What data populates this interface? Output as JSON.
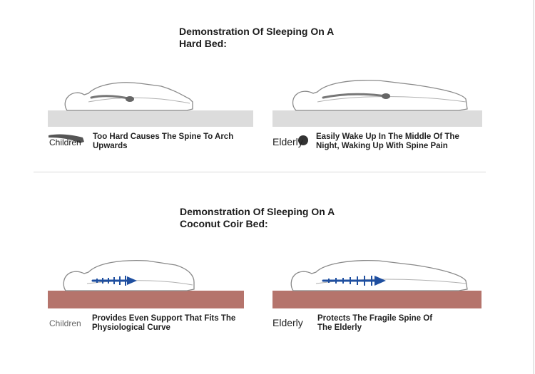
{
  "sections": [
    {
      "title_line1": "Demonstration Of Sleeping On A",
      "title_line2": "Hard Bed:",
      "mattress_color": "#dcdcdc",
      "panels": [
        {
          "who": "Children",
          "desc_line1": "Too Hard Causes The Spine To Arch",
          "desc_line2": "Upwards"
        },
        {
          "who": "Elderly",
          "desc_line1": "Easily Wake Up In The Middle Of The",
          "desc_line2": "Night, Waking Up With Spine Pain"
        }
      ]
    },
    {
      "title_line1": "Demonstration Of Sleeping On A",
      "title_line2": "Coconut Coir Bed:",
      "mattress_color": "#b5746c",
      "panels": [
        {
          "who": "Children",
          "desc_line1": "Provides Even Support That Fits The",
          "desc_line2": "Physiological Curve"
        },
        {
          "who": "Elderly",
          "desc_line1": "Protects The Fragile Spine Of",
          "desc_line2": "The Elderly"
        }
      ]
    }
  ]
}
